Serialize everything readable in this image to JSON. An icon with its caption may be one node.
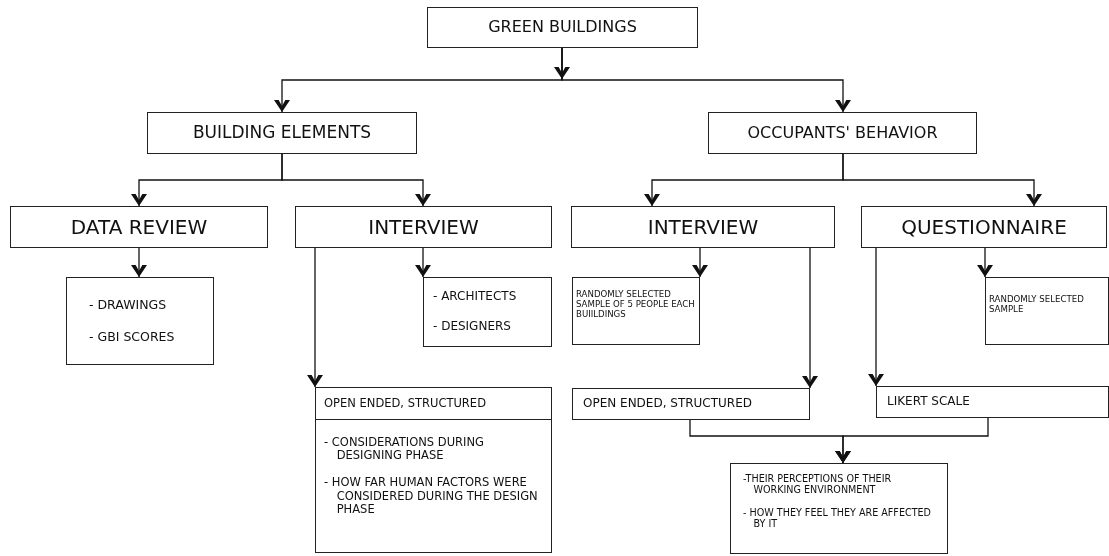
{
  "diagram": {
    "nodes": [
      {
        "text": [
          "GREEN BUILDINGS"
        ]
      },
      {
        "text": [
          "BUILDING ELEMENTS"
        ]
      },
      {
        "text": [
          "OCCUPANTS' BEHAVIOR"
        ]
      },
      {
        "text": [
          "DATA REVIEW"
        ]
      },
      {
        "text": [
          "INTERVIEW"
        ]
      },
      {
        "text": [
          "INTERVIEW"
        ]
      },
      {
        "text": [
          "QUESTIONNAIRE"
        ]
      },
      {
        "text": [
          "- DRAWINGS",
          "- GBI SCORES"
        ]
      },
      {
        "text": [
          "- ARCHITECTS",
          "- DESIGNERS"
        ]
      },
      {
        "text": [
          "OPEN ENDED, STRUCTURED"
        ]
      },
      {
        "text": [
          "- CONSIDERATIONS DURING DESIGNING PHASE",
          "- HOW FAR HUMAN FACTORS WERE CONSIDERED DURING THE DESIGN PHASE"
        ]
      },
      {
        "text": [
          "RANDOMLY SELECTED SAMPLE OF 5 PEOPLE EACH BUIILDINGS"
        ]
      },
      {
        "text": [
          "RANDOMLY SELECTED SAMPLE"
        ]
      },
      {
        "text": [
          "OPEN ENDED, STRUCTURED"
        ]
      },
      {
        "text": [
          "LIKERT SCALE"
        ]
      },
      {
        "text": [
          "-THEIR PERCEPTIONS OF THEIR WORKING ENVIRONMENT",
          "- HOW THEY FEEL THEY ARE AFFECTED BY IT"
        ]
      }
    ],
    "edges": [
      {
        "from": 0,
        "to": 1,
        "arrow": "to"
      },
      {
        "from": 0,
        "to": 2,
        "arrow": "to"
      },
      {
        "from": 1,
        "to": 3,
        "arrow": "to"
      },
      {
        "from": 1,
        "to": 4,
        "arrow": "to"
      },
      {
        "from": 2,
        "to": 5,
        "arrow": "to"
      },
      {
        "from": 2,
        "to": 6,
        "arrow": "to"
      },
      {
        "from": 3,
        "to": 7,
        "arrow": "to"
      },
      {
        "from": 4,
        "to": 8,
        "arrow": "to"
      },
      {
        "from": 4,
        "to": 9,
        "arrow": "to"
      },
      {
        "from": 5,
        "to": 11,
        "arrow": "to"
      },
      {
        "from": 5,
        "to": 13,
        "arrow": "to"
      },
      {
        "from": 6,
        "to": 12,
        "arrow": "to"
      },
      {
        "from": 6,
        "to": 14,
        "arrow": "to"
      },
      {
        "from": 13,
        "to": 15,
        "arrow": "to"
      },
      {
        "from": 14,
        "to": 15,
        "arrow": "to"
      }
    ]
  }
}
